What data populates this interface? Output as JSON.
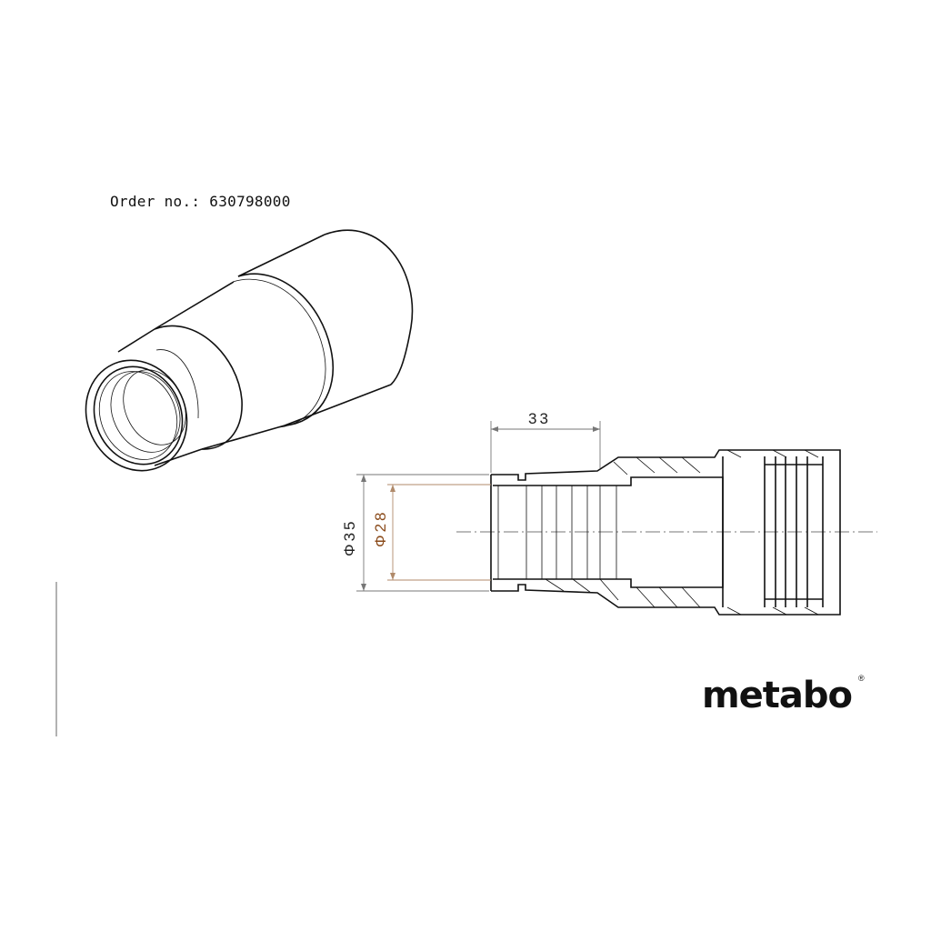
{
  "header": {
    "order_label": "Order no.:",
    "order_number": "630798000"
  },
  "drawing": {
    "dimension_length": "33",
    "dimension_outer_diameter": "Φ35",
    "dimension_inner_diameter": "Φ28",
    "inner_diameter_color": "#8a4a1a"
  },
  "brand": {
    "name": "metabo",
    "registered": "®"
  }
}
